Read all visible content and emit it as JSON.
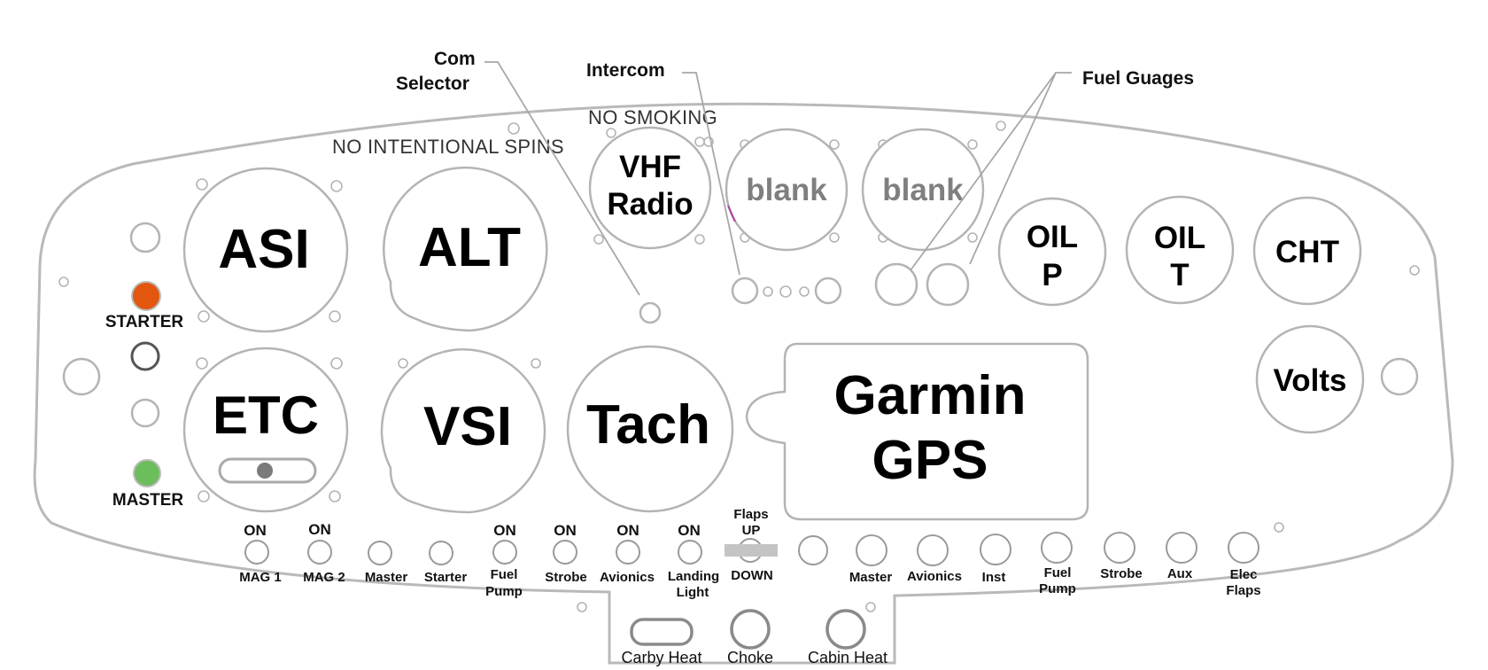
{
  "callouts": {
    "com_selector_line1": "Com",
    "com_selector_line2": "Selector",
    "intercom": "Intercom",
    "fuel_gauges": "Fuel Guages"
  },
  "placards": {
    "no_smoking": "NO SMOKING",
    "no_spins": "NO INTENTIONAL SPINS"
  },
  "gauges": {
    "asi": "ASI",
    "alt": "ALT",
    "etc": "ETC",
    "vsi": "VSI",
    "tach": "Tach",
    "vhf_line1": "VHF",
    "vhf_line2": "Radio",
    "blank1": "blank",
    "blank2": "blank",
    "oilp_line1": "OIL",
    "oilp_line2": "P",
    "oilt_line1": "OIL",
    "oilt_line2": "T",
    "cht": "CHT",
    "volts": "Volts",
    "gps_line1": "Garmin",
    "gps_line2": "GPS"
  },
  "left_buttons": {
    "starter": "STARTER",
    "master": "MASTER",
    "starter_color": "#e2560f",
    "master_color": "#6cbd5c"
  },
  "switches": {
    "mag1": "MAG 1",
    "mag1_on": "ON",
    "mag2": "MAG 2",
    "mag2_on": "ON",
    "master": "Master",
    "starter": "Starter",
    "fuel_pump_l1": "Fuel",
    "fuel_pump_l2": "Pump",
    "fuel_pump_on": "ON",
    "strobe": "Strobe",
    "strobe_on": "ON",
    "avionics": "Avionics",
    "avionics_on": "ON",
    "landing_l1": "Landing",
    "landing_l2": "Light",
    "landing_on": "ON",
    "flaps_l1": "Flaps",
    "flaps_l2": "UP",
    "flaps_down": "DOWN"
  },
  "breakers": {
    "master": "Master",
    "avionics": "Avionics",
    "inst": "Inst",
    "fuel_pump_l1": "Fuel",
    "fuel_pump_l2": "Pump",
    "strobe": "Strobe",
    "aux": "Aux",
    "elec_flaps_l1": "Elec",
    "elec_flaps_l2": "Flaps"
  },
  "controls": {
    "carby_heat": "Carby Heat",
    "choke": "Choke",
    "cabin_heat": "Cabin Heat"
  }
}
